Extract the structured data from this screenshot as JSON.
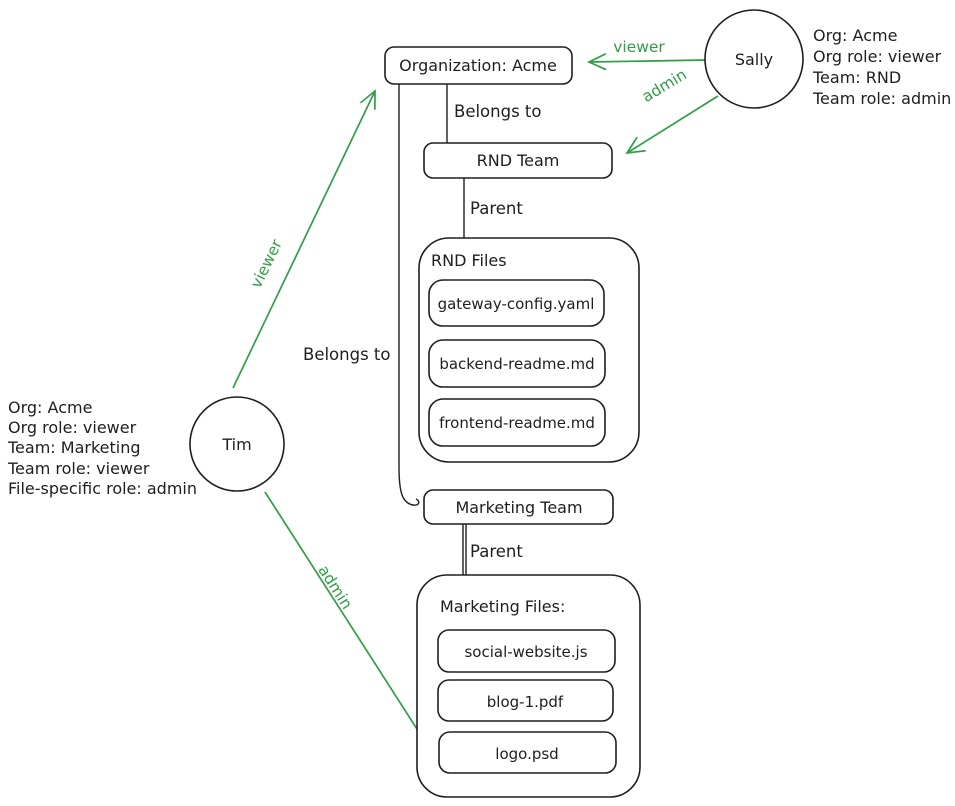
{
  "colors": {
    "stroke": "#1e1e1e",
    "accent_green": "#2f9e44",
    "background": "#ffffff"
  },
  "org": {
    "label": "Organization: Acme"
  },
  "teams": {
    "rnd": {
      "label": "RND Team"
    },
    "marketing": {
      "label": "Marketing Team"
    }
  },
  "containers": {
    "rnd_files": {
      "title": "RND Files",
      "files": [
        "gateway-config.yaml",
        "backend-readme.md",
        "frontend-readme.md"
      ]
    },
    "marketing_files": {
      "title": "Marketing Files:",
      "files": [
        "social-website.js",
        "blog-1.pdf",
        "logo.psd"
      ]
    }
  },
  "edges": {
    "org_to_rnd": "Belongs to",
    "org_to_marketing": "Belongs to",
    "rnd_to_files": "Parent",
    "marketing_to_files": "Parent"
  },
  "people": {
    "sally": {
      "name": "Sally",
      "info": [
        "Org: Acme",
        "Org role: viewer",
        "Team: RND",
        "Team role: admin"
      ],
      "arrow_viewer": "viewer",
      "arrow_admin": "admin"
    },
    "tim": {
      "name": "Tim",
      "info": [
        "Org: Acme",
        "Org role: viewer",
        "Team: Marketing",
        "Team role: viewer",
        "File-specific role: admin"
      ],
      "arrow_viewer": "viewer",
      "arrow_admin": "admin"
    }
  }
}
